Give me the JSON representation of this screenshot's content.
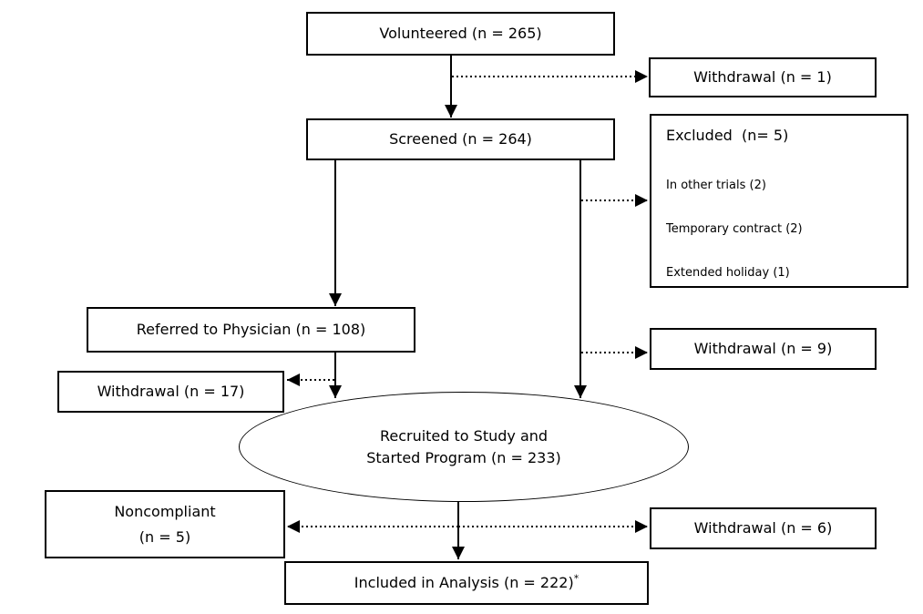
{
  "diagram": {
    "type": "study-flowchart",
    "colors": {
      "background": "#ffffff",
      "line": "#000000",
      "box_border": "#000000",
      "text": "#000000"
    },
    "nodes": {
      "volunteered": {
        "label": "Volunteered (n = 265)"
      },
      "withdrawal_1": {
        "label": "Withdrawal (n = 1)"
      },
      "screened": {
        "label": "Screened (n = 264)"
      },
      "excluded": {
        "title": "Excluded  (n= 5)",
        "items": [
          "In other trials (2)",
          "Temporary contract (2)",
          "Extended holiday (1)"
        ]
      },
      "referred": {
        "label": "Referred to Physician (n = 108)"
      },
      "withdrawal_9": {
        "label": "Withdrawal (n = 9)"
      },
      "withdrawal_17": {
        "label": "Withdrawal (n = 17)"
      },
      "recruited": {
        "line1": "Recruited to Study and",
        "line2": "Started Program (n = 233)"
      },
      "noncompliant": {
        "line1": "Noncompliant",
        "line2": "(n = 5)"
      },
      "withdrawal_6": {
        "label": "Withdrawal (n = 6)"
      },
      "included": {
        "label": "Included in Analysis (n = 222)",
        "footnote_marker": "*"
      }
    }
  }
}
